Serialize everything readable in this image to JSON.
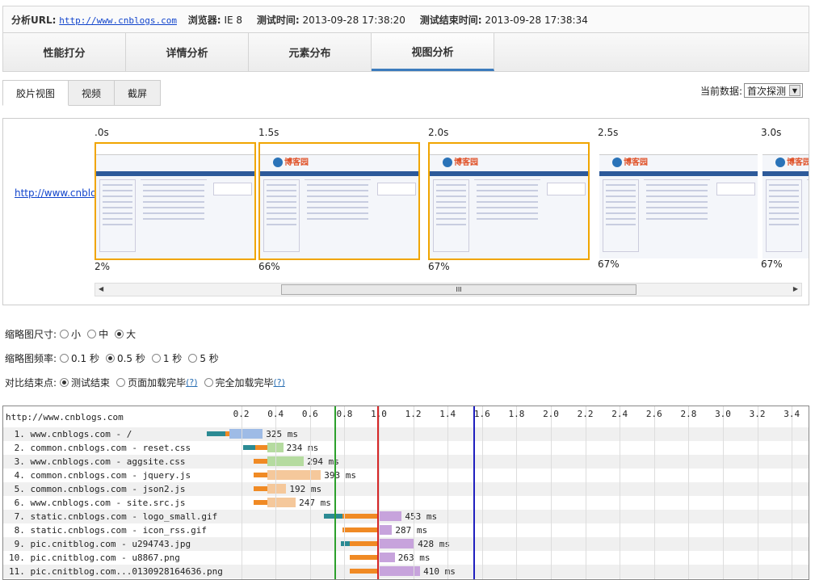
{
  "info": {
    "url_label": "分析URL:",
    "url": "http://www.cnblogs.com",
    "browser_label": "浏览器:",
    "browser": "IE 8",
    "start_label": "测试时间:",
    "start": "2013-09-28 17:38:20",
    "end_label": "测试结束时间:",
    "end": "2013-09-28 17:38:34"
  },
  "tabs": [
    "性能打分",
    "详情分析",
    "元素分布",
    "视图分析"
  ],
  "subtabs": [
    "胶片视图",
    "视频",
    "截屏"
  ],
  "current": {
    "label": "当前数据:",
    "value": "首次探测"
  },
  "film": {
    "site": "http://www.cnblogs.com",
    "frames": [
      {
        "time": ".0s",
        "pct": "2%",
        "hl": true
      },
      {
        "time": "1.5s",
        "pct": "66%",
        "hl": true
      },
      {
        "time": "2.0s",
        "pct": "67%",
        "hl": true
      },
      {
        "time": "2.5s",
        "pct": "67%",
        "hl": false
      },
      {
        "time": "3.0s",
        "pct": "67%",
        "hl": false
      }
    ],
    "thumb_logo": "博客园",
    "scroll_center": "III"
  },
  "options": {
    "size_label": "缩略图尺寸:",
    "sizes": [
      {
        "label": "小",
        "on": false
      },
      {
        "label": "中",
        "on": false
      },
      {
        "label": "大",
        "on": true
      }
    ],
    "freq_label": "缩略图频率:",
    "freqs": [
      {
        "label": "0.1 秒",
        "on": false
      },
      {
        "label": "0.5 秒",
        "on": true
      },
      {
        "label": "1 秒",
        "on": false
      },
      {
        "label": "5 秒",
        "on": false
      }
    ],
    "end_label": "对比结束点:",
    "ends": [
      {
        "label": "测试结束",
        "on": true,
        "q": ""
      },
      {
        "label": "页面加载完毕",
        "on": false,
        "q": "(?)"
      },
      {
        "label": "完全加载完毕",
        "on": false,
        "q": "(?)"
      }
    ]
  },
  "waterfall": {
    "header": "http://www.cnblogs.com",
    "ticks": [
      "0.2",
      "0.4",
      "0.6",
      "0.8",
      "1.0",
      "1.2",
      "1.4",
      "1.6",
      "1.8",
      "2.0",
      "2.2",
      "2.4",
      "2.6",
      "2.8",
      "3.0",
      "3.2",
      "3.4"
    ],
    "colors": {
      "teal": "#2b8a93",
      "orange": "#f08a24",
      "html": "#9ebbe6",
      "css": "#b5dba0",
      "js": "#f5c89b",
      "img": "#c7a3dc",
      "green_line": "#2ca02c",
      "red_line": "#d62728",
      "blue_line": "#1f1fbf"
    },
    "rows": [
      {
        "name": " 1. www.cnblogs.com - /",
        "type": "html",
        "ms": "325 ms",
        "dns": [
          0.0,
          0.11
        ],
        "conn": [
          0.11,
          0.13
        ],
        "wait": [
          0.13,
          0.22
        ],
        "recv": [
          0.22,
          0.325
        ]
      },
      {
        "name": " 2. common.cnblogs.com - reset.css",
        "type": "css",
        "ms": "234 ms",
        "dns": [
          0.21,
          0.28
        ],
        "conn": [
          0.28,
          0.35
        ],
        "wait": [
          0.35,
          0.36
        ],
        "recv": [
          0.36,
          0.444
        ]
      },
      {
        "name": " 3. www.cnblogs.com - aggsite.css",
        "type": "css",
        "ms": "294 ms",
        "dns": [
          0.27,
          0.27
        ],
        "conn": [
          0.27,
          0.35
        ],
        "wait": [
          0.35,
          0.36
        ],
        "recv": [
          0.36,
          0.564
        ]
      },
      {
        "name": " 4. common.cnblogs.com - jquery.js",
        "type": "js",
        "ms": "393 ms",
        "dns": [
          0.27,
          0.27
        ],
        "conn": [
          0.27,
          0.35
        ],
        "wait": [
          0.35,
          0.36
        ],
        "recv": [
          0.36,
          0.663
        ]
      },
      {
        "name": " 5. common.cnblogs.com - json2.js",
        "type": "js",
        "ms": "192 ms",
        "dns": [
          0.27,
          0.27
        ],
        "conn": [
          0.27,
          0.35
        ],
        "wait": [
          0.35,
          0.36
        ],
        "recv": [
          0.36,
          0.462
        ]
      },
      {
        "name": " 6. www.cnblogs.com - site.src.js",
        "type": "js",
        "ms": "247 ms",
        "dns": [
          0.27,
          0.27
        ],
        "conn": [
          0.27,
          0.35
        ],
        "wait": [
          0.35,
          0.36
        ],
        "recv": [
          0.36,
          0.517
        ]
      },
      {
        "name": " 7. static.cnblogs.com - logo_small.gif",
        "type": "img",
        "ms": "453 ms",
        "dns": [
          0.68,
          0.79
        ],
        "conn": [
          0.79,
          0.99
        ],
        "wait": [
          0.99,
          1.06
        ],
        "recv": [
          1.06,
          1.133
        ]
      },
      {
        "name": " 8. static.cnblogs.com - icon_rss.gif",
        "type": "img",
        "ms": "287 ms",
        "dns": [
          0.79,
          0.79
        ],
        "conn": [
          0.79,
          0.99
        ],
        "wait": [
          0.99,
          1.0
        ],
        "recv": [
          1.0,
          1.077
        ]
      },
      {
        "name": " 9. pic.cnitblog.com - u294743.jpg",
        "type": "img",
        "ms": "428 ms",
        "dns": [
          0.78,
          0.83
        ],
        "conn": [
          0.83,
          0.99
        ],
        "wait": [
          0.99,
          1.1
        ],
        "recv": [
          1.1,
          1.208
        ]
      },
      {
        "name": "10. pic.cnitblog.com - u8867.png",
        "type": "img",
        "ms": "263 ms",
        "dns": [
          0.83,
          0.83
        ],
        "conn": [
          0.83,
          0.99
        ],
        "wait": [
          0.99,
          1.05
        ],
        "recv": [
          1.05,
          1.093
        ]
      },
      {
        "name": "11. pic.cnitblog.com...0130928164636.png",
        "type": "img",
        "ms": "410 ms",
        "dns": [
          0.83,
          0.83
        ],
        "conn": [
          0.83,
          0.99
        ],
        "wait": [
          0.99,
          1.08
        ],
        "recv": [
          1.08,
          1.24
        ]
      }
    ],
    "markers": [
      {
        "t": 0.74,
        "color": "green"
      },
      {
        "t": 0.99,
        "color": "red"
      },
      {
        "t": 1.55,
        "color": "blue"
      }
    ]
  }
}
